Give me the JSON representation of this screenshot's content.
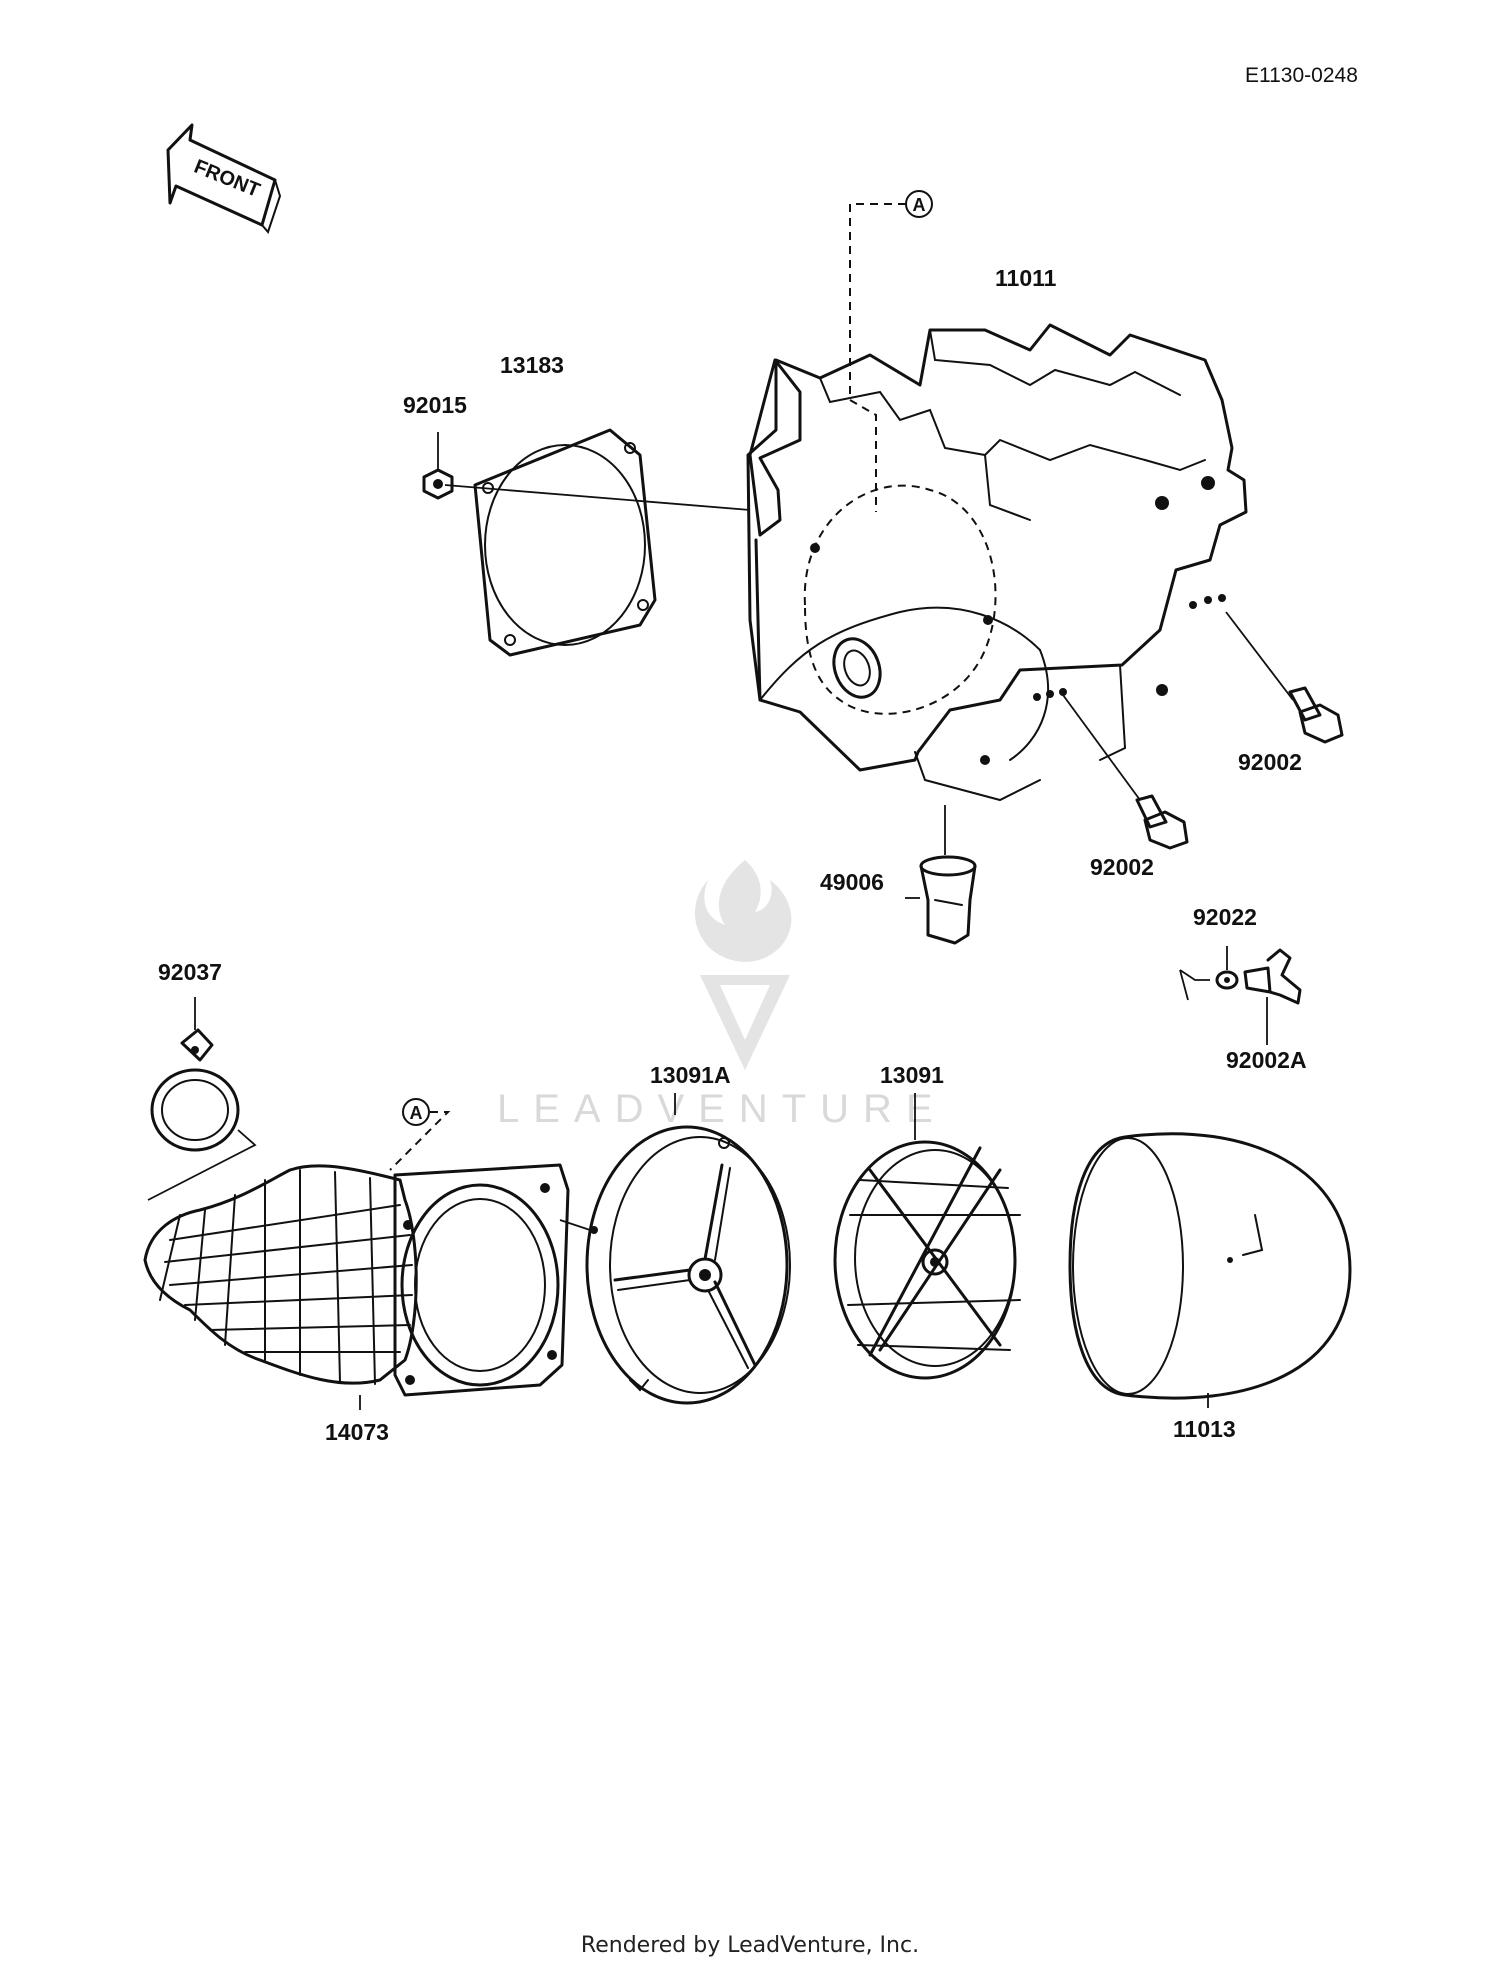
{
  "diagram_code": "E1130-0248",
  "front_label": "FRONT",
  "callout_marker": "A",
  "watermark": "LEADVENTURE",
  "footer": "Rendered by LeadVenture, Inc.",
  "parts": {
    "p11011": "11011",
    "p13183": "13183",
    "p92015": "92015",
    "p92002_right": "92002",
    "p92002_center": "92002",
    "p49006": "49006",
    "p92022": "92022",
    "p92002A": "92002A",
    "p92037": "92037",
    "p13091A": "13091A",
    "p13091": "13091",
    "p14073": "14073",
    "p11013": "11013"
  }
}
